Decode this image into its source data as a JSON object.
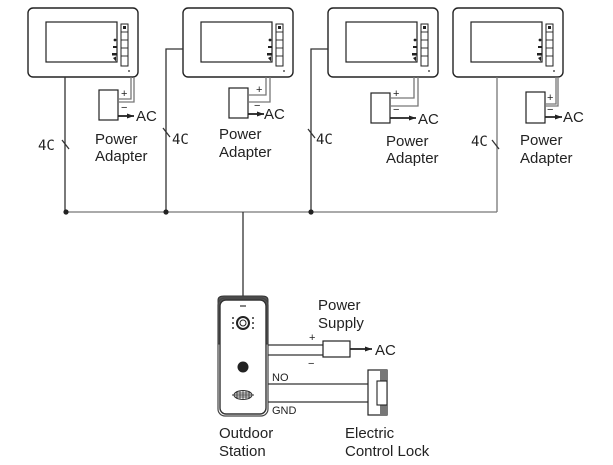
{
  "diagram": {
    "title": "",
    "monitors": [
      {
        "id": "monitor-1",
        "cable_label": "4C",
        "adapter_label_line1": "Power",
        "adapter_label_line2": "Adapter",
        "ac_label": "AC",
        "plus": "+",
        "minus": "−"
      },
      {
        "id": "monitor-2",
        "cable_label": "4C",
        "adapter_label_line1": "Power",
        "adapter_label_line2": "Adapter",
        "ac_label": "AC",
        "plus": "+",
        "minus": "−"
      },
      {
        "id": "monitor-3",
        "cable_label": "4C",
        "adapter_label_line1": "Power",
        "adapter_label_line2": "Adapter",
        "ac_label": "AC",
        "plus": "+",
        "minus": "−"
      },
      {
        "id": "monitor-4",
        "cable_label": "4C",
        "adapter_label_line1": "Power",
        "adapter_label_line2": "Adapter",
        "ac_label": "AC",
        "plus": "+",
        "minus": "−"
      }
    ],
    "outdoor_station": {
      "label_line1": "Outdoor",
      "label_line2": "Station"
    },
    "power_supply": {
      "label_line1": "Power",
      "label_line2": "Supply",
      "ac_label": "AC",
      "plus": "+",
      "minus": "−"
    },
    "lock": {
      "label_line1": "Electric",
      "label_line2": "Control Lock",
      "no_label": "NO",
      "gnd_label": "GND"
    },
    "colors": {
      "line": "#333333",
      "lock_fill": "#777777",
      "background": "#ffffff"
    }
  }
}
